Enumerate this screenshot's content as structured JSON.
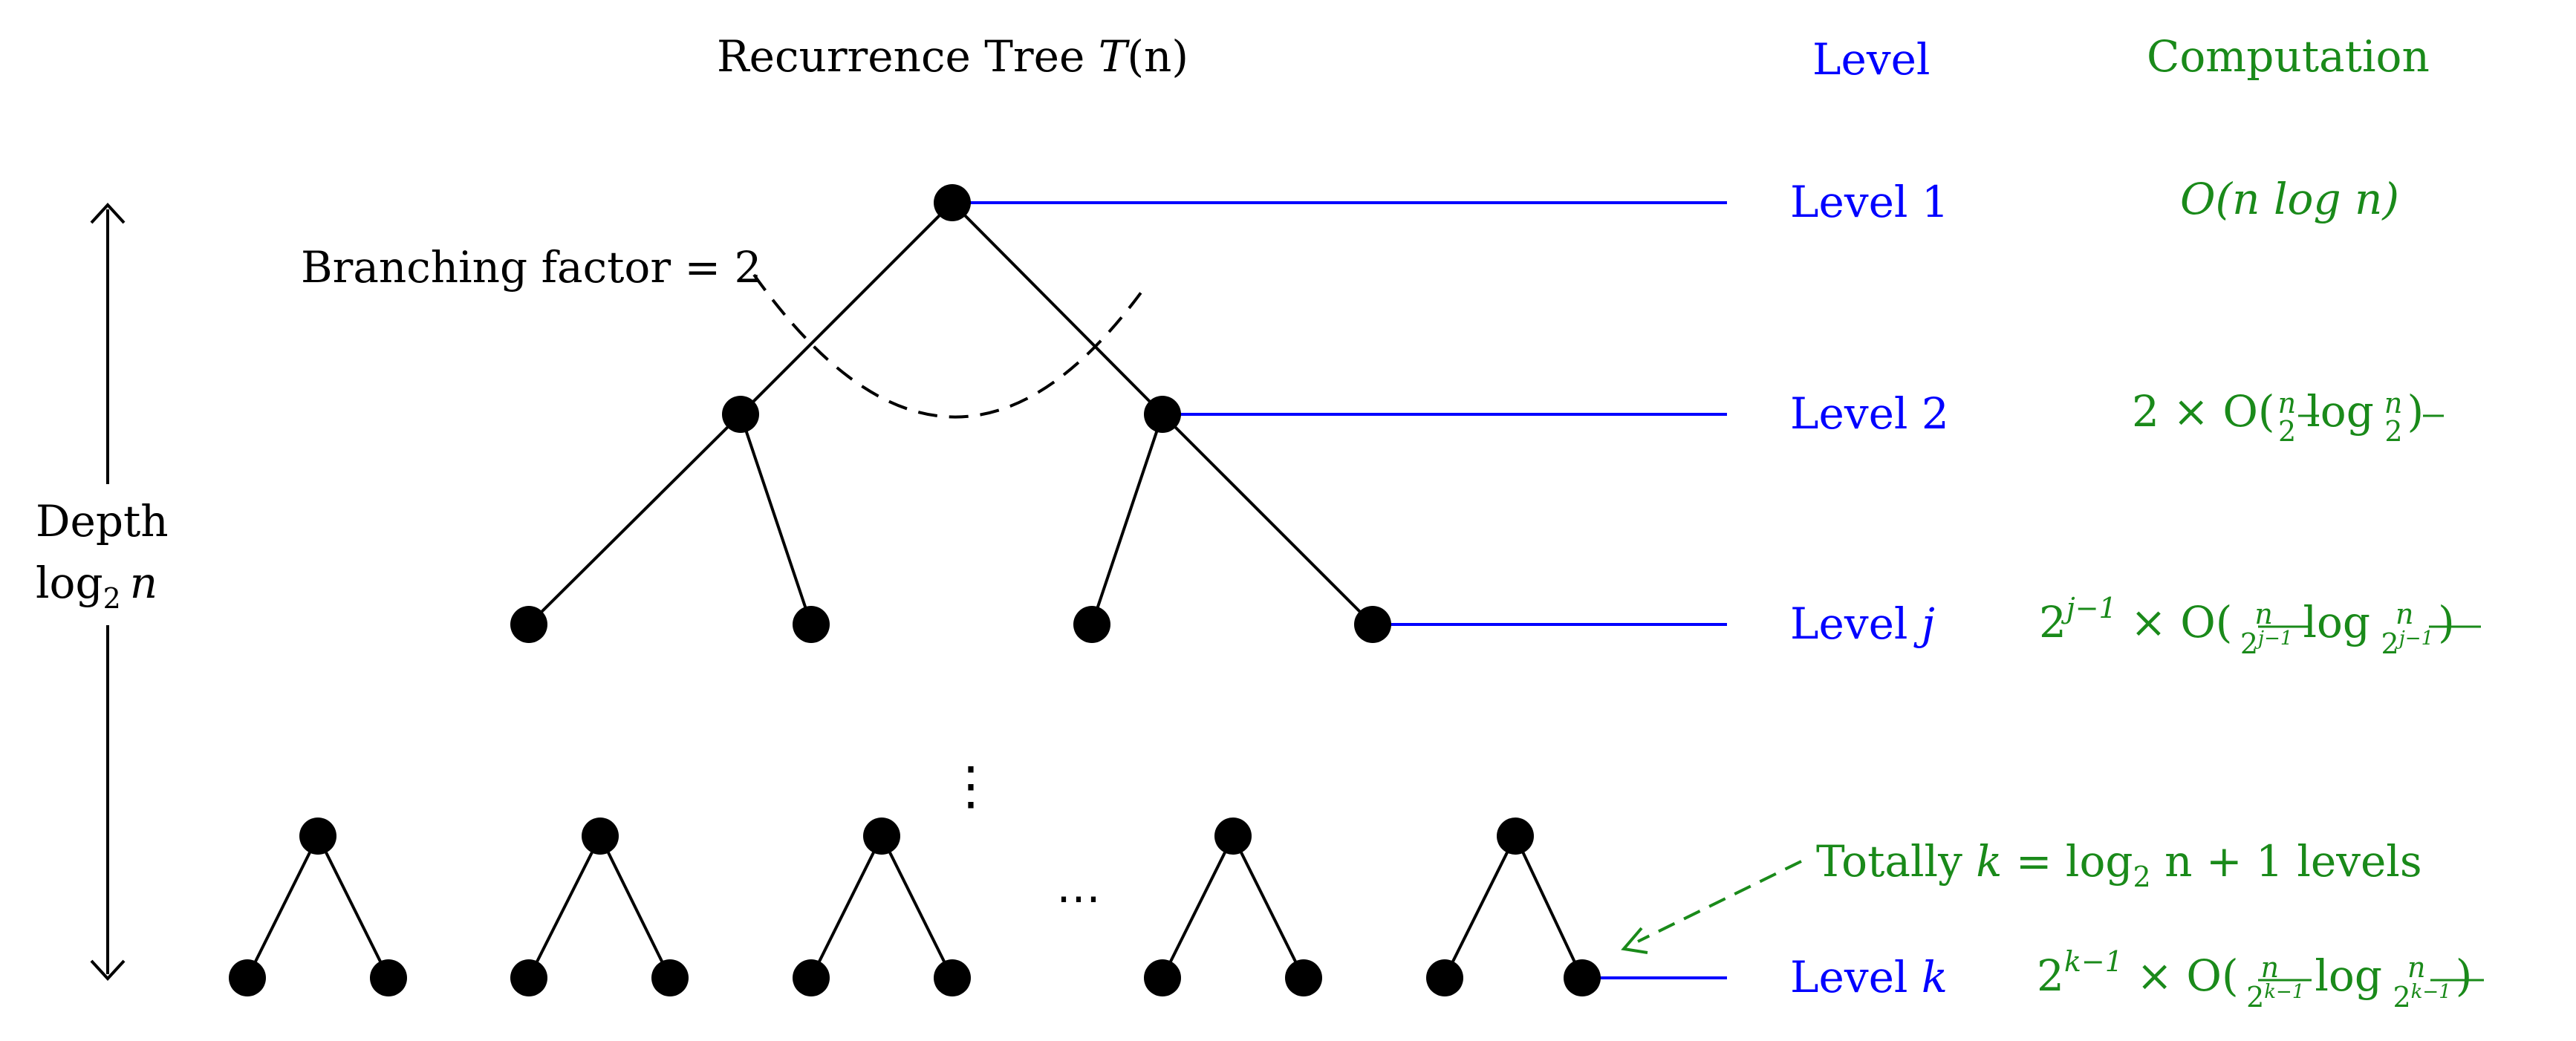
{
  "title": {
    "prefix": "Recurrence Tree ",
    "var": "T",
    "arg": "(n)"
  },
  "header": {
    "level": "Level",
    "computation": "Computation"
  },
  "branching": {
    "label": "Branching factor = 2"
  },
  "depth": {
    "line1": "Depth",
    "log": "log",
    "base": "2",
    "var": "n"
  },
  "dots": {
    "vertical": "⋮",
    "horizontal": "⋯"
  },
  "levels": [
    {
      "prefix": "Level ",
      "idx": "1",
      "italic": false
    },
    {
      "prefix": "Level ",
      "idx": "2",
      "italic": false
    },
    {
      "prefix": "Level ",
      "idx": "j",
      "italic": true
    },
    {
      "prefix": "Level ",
      "idx": "k",
      "italic": true
    }
  ],
  "computations": {
    "c1": {
      "text": "O(n log n)"
    },
    "c2": {
      "coef": "2 × O(",
      "num": "n",
      "den": "2",
      "log": "log",
      "close": ")"
    },
    "cj": {
      "base": "2",
      "exp": "j−1",
      "mul": " × O(",
      "num": "n",
      "den_base": "2",
      "den_exp": "j−1",
      "log": "log",
      "close": ")"
    },
    "ck": {
      "base": "2",
      "exp": "k−1",
      "mul": " × O(",
      "num": "n",
      "den_base": "2",
      "den_exp": "k−1",
      "log": "log",
      "close": ")"
    }
  },
  "total": {
    "prefix": "Totally ",
    "k": "k",
    "eq": " = log",
    "base": "2",
    "rest": " n + 1 levels"
  },
  "colors": {
    "ink": "#000000",
    "level": "#0000ff",
    "computation": "#1a8a1a"
  },
  "icons": {
    "node": "filled-circle",
    "depth_arrow": "double-headed-arrow",
    "note_arrow": "dashed-arrow"
  }
}
